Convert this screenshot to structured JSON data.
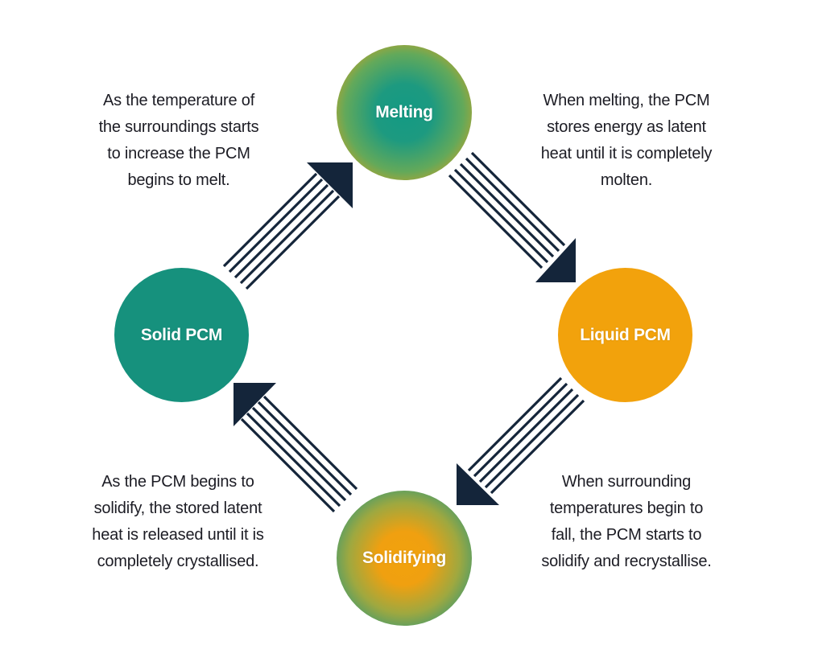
{
  "nodes": {
    "melting": "Melting",
    "liquid_pcm": "Liquid PCM",
    "solid_pcm": "Solid PCM",
    "solidifying": "Solidifying"
  },
  "descriptions": {
    "top_left": [
      "As the temperature of",
      "the surroundings starts",
      "to increase the PCM",
      "begins to melt."
    ],
    "top_right": [
      "When melting, the PCM",
      "stores energy as latent",
      "heat until it is completely",
      "molten."
    ],
    "bottom_left": [
      "As the PCM begins to",
      "solidify, the stored latent",
      "heat is released until it is",
      "completely crystallised."
    ],
    "bottom_right": [
      "When surrounding",
      "temperatures begin to",
      "fall, the PCM starts to",
      "solidify and recrystallise."
    ]
  },
  "colors": {
    "teal": "#16917d",
    "orange": "#f2a20c",
    "arrow": "#14253a",
    "text": "#1c1c24"
  }
}
